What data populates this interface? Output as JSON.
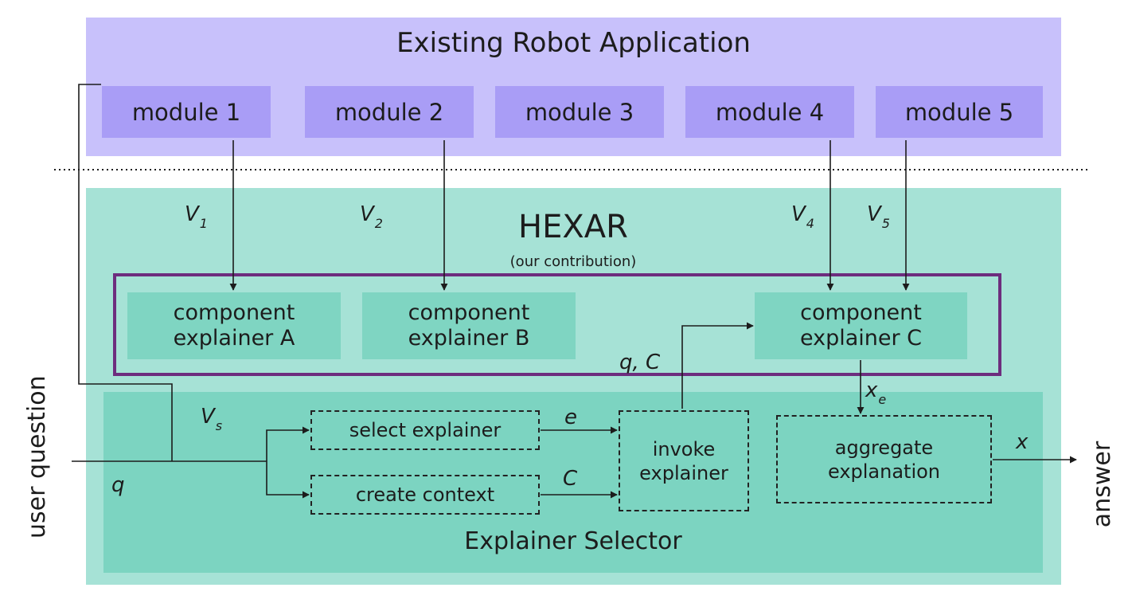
{
  "application": {
    "title": "Existing Robot Application",
    "modules": [
      "module 1",
      "module 2",
      "module 3",
      "module 4",
      "module 5"
    ]
  },
  "hexar": {
    "title": "HEXAR",
    "subtitle": "(our contribution)",
    "explainers": {
      "a": {
        "line1": "component",
        "line2": "explainer A"
      },
      "b": {
        "line1": "component",
        "line2": "explainer B"
      },
      "c": {
        "line1": "component",
        "line2": "explainer C"
      }
    }
  },
  "selector": {
    "title": "Explainer Selector",
    "select_explainer": "select explainer",
    "create_context": "create context",
    "invoke": {
      "line1": "invoke",
      "line2": "explainer"
    },
    "aggregate": {
      "line1": "aggregate",
      "line2": "explanation"
    }
  },
  "variables": {
    "v1": {
      "base": "V",
      "sub": "1"
    },
    "v2": {
      "base": "V",
      "sub": "2"
    },
    "v4": {
      "base": "V",
      "sub": "4"
    },
    "v5": {
      "base": "V",
      "sub": "5"
    },
    "vs": {
      "base": "V",
      "sub": "s"
    },
    "xe": {
      "base": "x",
      "sub": "e"
    },
    "q": "q",
    "e": "e",
    "c": "C",
    "qc": "q, C",
    "x": "x"
  },
  "side_labels": {
    "input": "user question",
    "output": "answer"
  },
  "colors": {
    "application_band": "#c8c1fb",
    "module": "#a99df6",
    "hexar_band": "#a6e2d6",
    "component": "#7fd5c2",
    "selector_panel": "#7cd4c1",
    "frame": "#6d2d7e"
  }
}
